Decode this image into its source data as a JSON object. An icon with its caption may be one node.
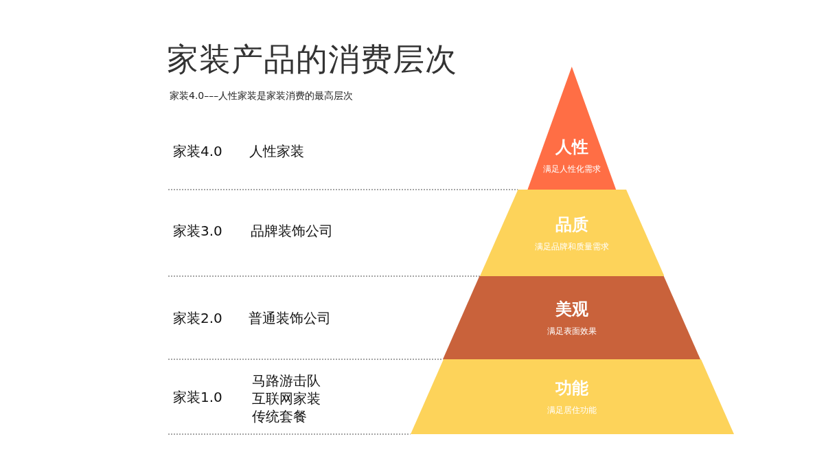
{
  "diagram": {
    "title": "家装产品的消费层次",
    "nodes": [
      {
        "text": [
          "人性",
          "满足人性化需求"
        ]
      },
      {
        "text": [
          "品质",
          "满足品牌和质量需求"
        ]
      },
      {
        "text": [
          "美观",
          "满足表面效果"
        ]
      },
      {
        "text": [
          "功能",
          "满足居住功能"
        ]
      }
    ],
    "labels": [
      "家装4.0–––人性家装是家装消费的最高层次",
      "家装4.0",
      "人性家装",
      "家装3.0",
      "品牌装饰公司",
      "家装2.0",
      "普通装饰公司",
      "家装1.0",
      "马路游击队",
      "互联网家装",
      "传统套餐"
    ]
  }
}
